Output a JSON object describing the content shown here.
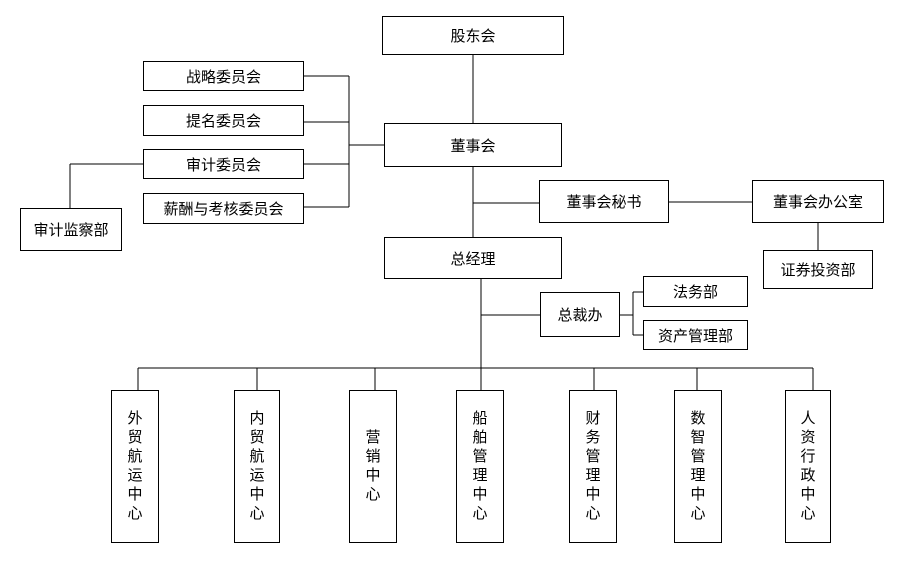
{
  "org_chart": {
    "shareholders": "股东会",
    "board": "董事会",
    "committees": [
      "战略委员会",
      "提名委员会",
      "审计委员会",
      "薪酬与考核委员会"
    ],
    "audit_dept": "审计监察部",
    "board_secretary": "董事会秘书",
    "board_office": "董事会办公室",
    "securities_dept": "证券投资部",
    "general_manager": "总经理",
    "president_office": "总裁办",
    "legal_dept": "法务部",
    "asset_mgmt_dept": "资产管理部",
    "centers": [
      "外贸航运中心",
      "内贸航运中心",
      "营销中心",
      "船舶管理中心",
      "财务管理中心",
      "数智管理中心",
      "人资行政中心"
    ]
  }
}
